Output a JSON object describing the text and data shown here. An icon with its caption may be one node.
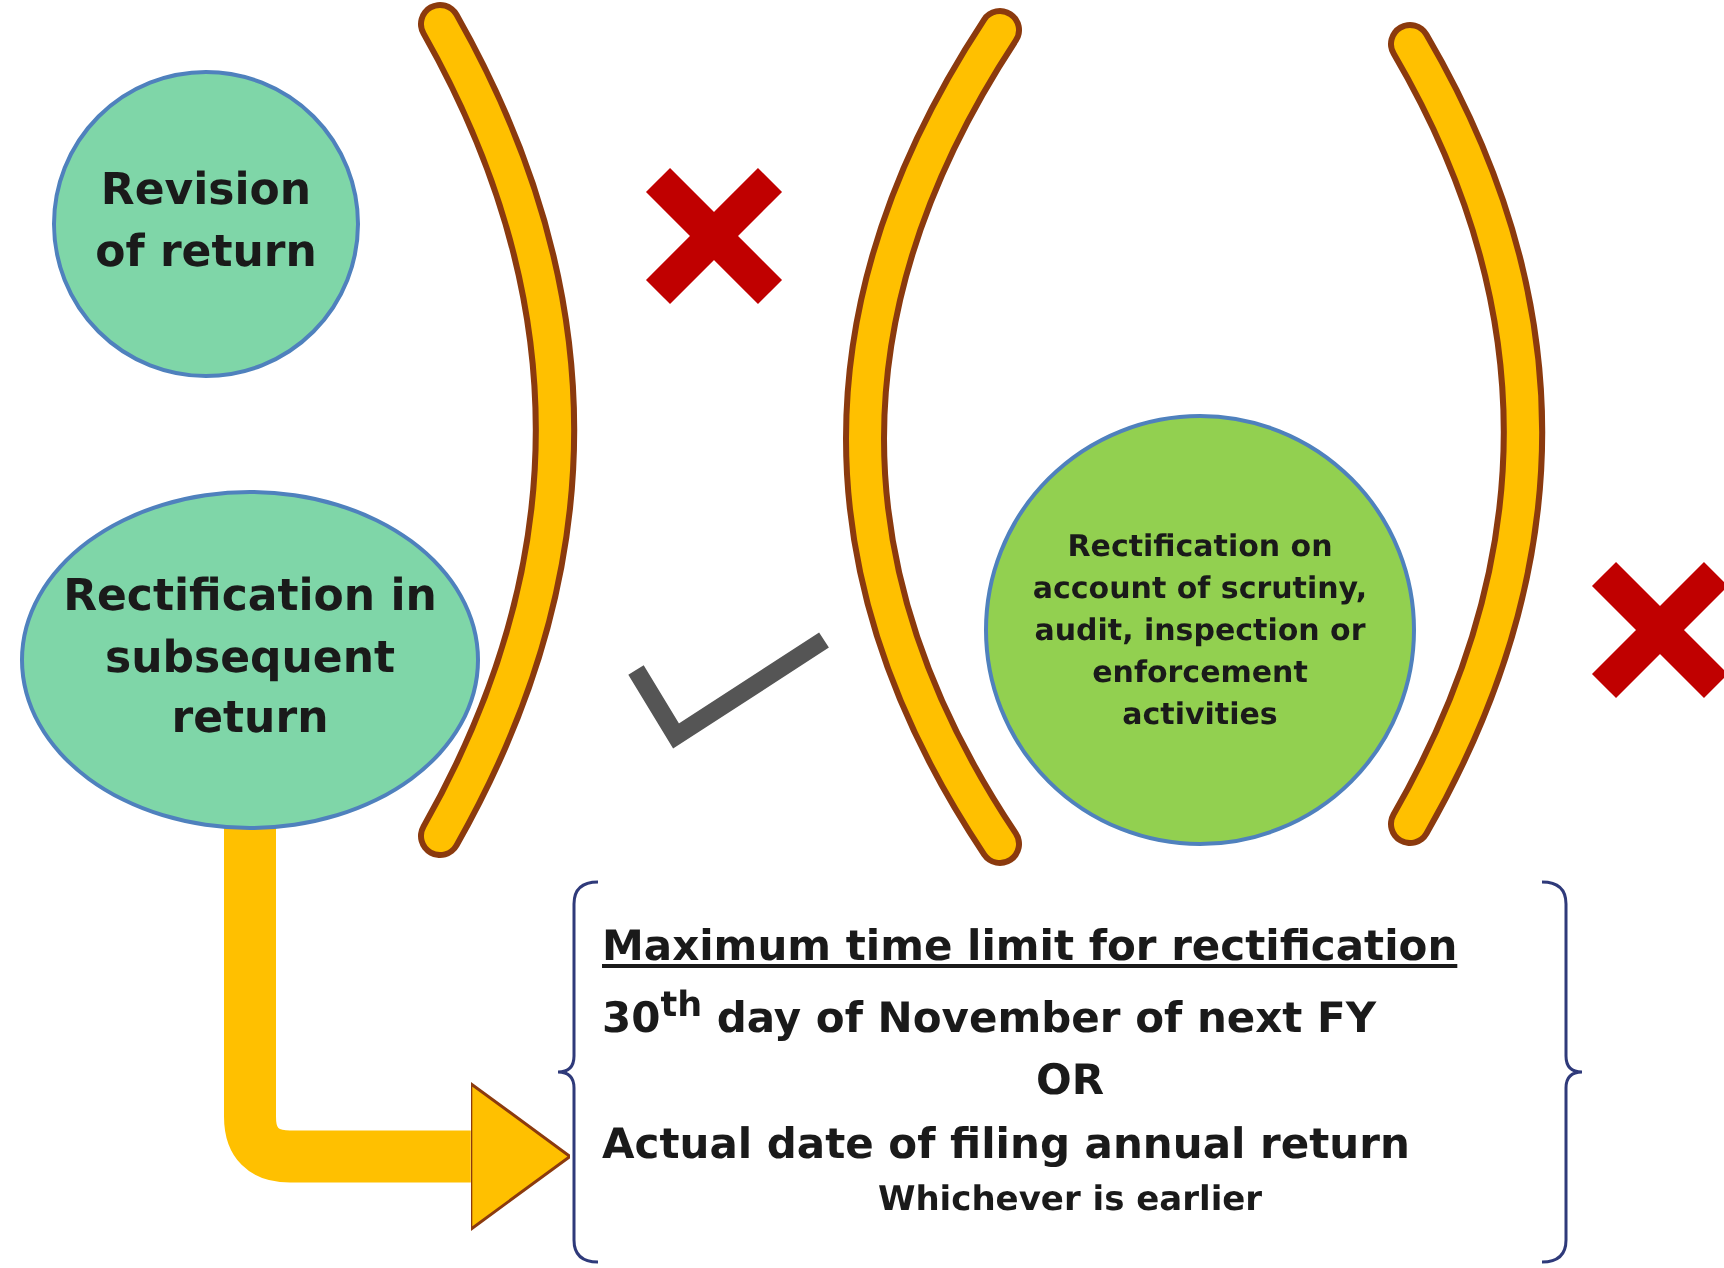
{
  "diagram": {
    "nodes": [
      {
        "text": [
          "Revision of return"
        ]
      },
      {
        "text": [
          "Rectification in subsequent return"
        ]
      },
      {
        "text": [
          "Rectification on account of scrutiny, audit, inspection or enforcement activities"
        ]
      },
      {
        "text": [
          "Maximum time limit for rectification",
          "30$^{th}$ day of November of next FY",
          "OR",
          "Actual date of filing annual return",
          "Whichever is earlier"
        ]
      }
    ],
    "edges": [
      {
        "from": 1,
        "to": 3,
        "arrow": "to",
        "color": "#ffc000"
      }
    ]
  }
}
